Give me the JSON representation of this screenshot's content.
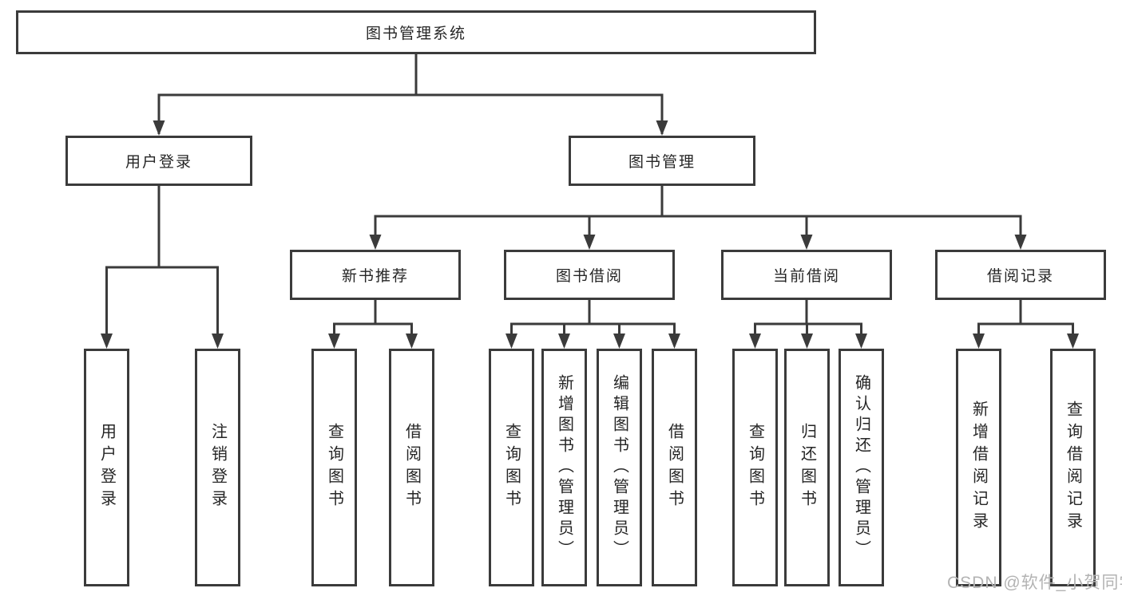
{
  "diagram": {
    "title": "图书管理系统",
    "type": "hierarchy-tree",
    "colors": {
      "line": "#3b3b3b",
      "border": "#3b3b3b",
      "text": "#262626",
      "background": "#ffffff",
      "watermark": "#b3b3b3"
    },
    "watermark": "CSDN @软件_小贺同学",
    "nodes": {
      "root": {
        "label": "图书管理系统",
        "level": 0,
        "children": [
          "user_login",
          "book_mgmt"
        ]
      },
      "user_login": {
        "label": "用户登录",
        "level": 1,
        "children": [
          "user_login_action",
          "logout_action"
        ]
      },
      "book_mgmt": {
        "label": "图书管理",
        "level": 1,
        "children": [
          "new_book_rec",
          "book_borrow",
          "current_borrow",
          "borrow_record"
        ]
      },
      "new_book_rec": {
        "label": "新书推荐",
        "level": 2,
        "children": [
          "nb_query_book",
          "nb_borrow_book"
        ]
      },
      "book_borrow": {
        "label": "图书借阅",
        "level": 2,
        "children": [
          "bb_query_book",
          "bb_add_book",
          "bb_edit_book",
          "bb_borrow_book"
        ]
      },
      "current_borrow": {
        "label": "当前借阅",
        "level": 2,
        "children": [
          "cb_query_book",
          "cb_return_book",
          "cb_confirm_return"
        ]
      },
      "borrow_record": {
        "label": "借阅记录",
        "level": 2,
        "children": [
          "br_add_record",
          "br_query_record"
        ]
      },
      "user_login_action": {
        "label": "用户登录",
        "level": 3,
        "children": []
      },
      "logout_action": {
        "label": "注销登录",
        "level": 3,
        "children": []
      },
      "nb_query_book": {
        "label": "查询图书",
        "level": 3,
        "children": []
      },
      "nb_borrow_book": {
        "label": "借阅图书",
        "level": 3,
        "children": []
      },
      "bb_query_book": {
        "label": "查询图书",
        "level": 3,
        "children": []
      },
      "bb_add_book": {
        "label": "新增图书（管理员）",
        "level": 3,
        "children": []
      },
      "bb_edit_book": {
        "label": "编辑图书（管理员）",
        "level": 3,
        "children": []
      },
      "bb_borrow_book": {
        "label": "借阅图书",
        "level": 3,
        "children": []
      },
      "cb_query_book": {
        "label": "查询图书",
        "level": 3,
        "children": []
      },
      "cb_return_book": {
        "label": "归还图书",
        "level": 3,
        "children": []
      },
      "cb_confirm_return": {
        "label": "确认归还（管理员）",
        "level": 3,
        "children": []
      },
      "br_add_record": {
        "label": "新增借阅记录",
        "level": 3,
        "children": []
      },
      "br_query_record": {
        "label": "查询借阅记录",
        "level": 3,
        "children": []
      }
    }
  }
}
